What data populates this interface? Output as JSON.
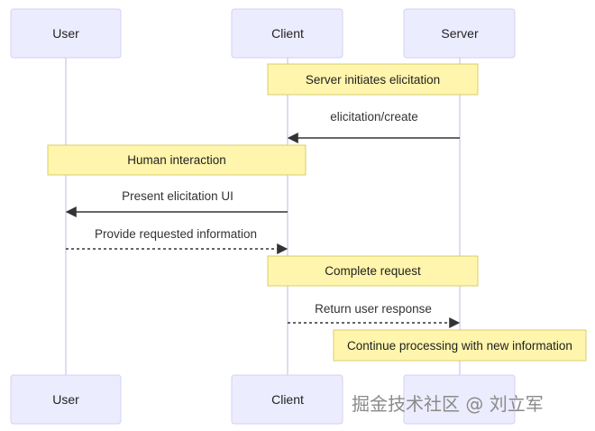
{
  "actors": [
    {
      "id": "user",
      "label": "User"
    },
    {
      "id": "client",
      "label": "Client"
    },
    {
      "id": "server",
      "label": "Server"
    }
  ],
  "notes": [
    {
      "text": "Server initiates elicitation"
    },
    {
      "text": "Human interaction"
    },
    {
      "text": "Complete request"
    },
    {
      "text": "Continue processing with new information"
    }
  ],
  "messages": [
    {
      "text": "elicitation/create",
      "from": "server",
      "to": "client",
      "style": "solid"
    },
    {
      "text": "Present elicitation UI",
      "from": "client",
      "to": "user",
      "style": "solid"
    },
    {
      "text": "Provide requested information",
      "from": "user",
      "to": "client",
      "style": "dashed"
    },
    {
      "text": "Return user response",
      "from": "client",
      "to": "server",
      "style": "dashed"
    }
  ],
  "watermark": "掘金技术社区 @ 刘立军",
  "colors": {
    "actor_fill": "#ECECFF",
    "actor_stroke": "#D5D0F0",
    "note_fill": "#FFF5AD",
    "note_stroke": "#D9CF6C",
    "arrow": "#333333"
  }
}
